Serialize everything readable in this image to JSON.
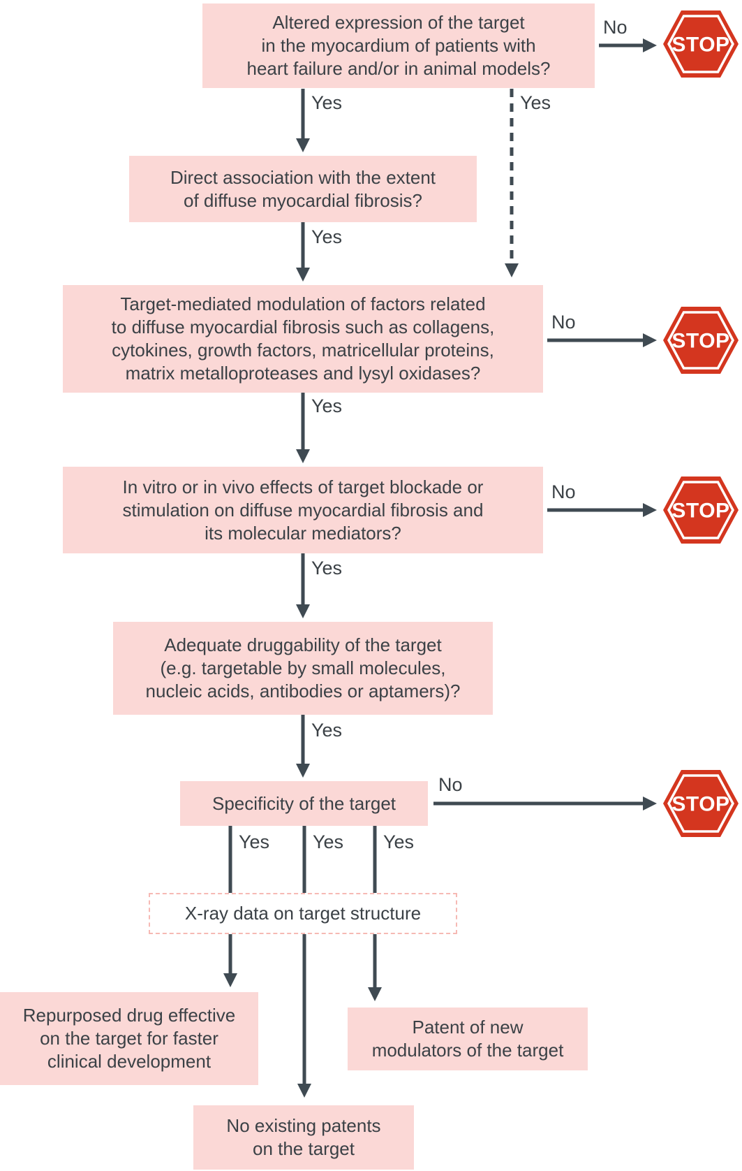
{
  "figure": {
    "type": "decision-flowchart",
    "labels": {
      "yes": "Yes",
      "no": "No",
      "stop": "STOP"
    },
    "nodes": {
      "altered_expression": "Altered expression of the target\nin the myocardium of patients with\nheart failure and/or in animal models?",
      "direct_association": "Direct association with the extent\nof diffuse myocardial fibrosis?",
      "target_mediated_modulation": "Target-mediated modulation of factors related\nto diffuse myocardial fibrosis such as collagens,\ncytokines, growth factors, matricellular proteins,\nmatrix metalloproteases and lysyl oxidases?",
      "in_vitro_in_vivo_effects": "In vitro or in vivo effects of target blockade or\nstimulation on diffuse myocardial fibrosis and\nits molecular mediators?",
      "adequate_druggability": "Adequate druggability of the target\n(e.g. targetable by small molecules,\nnucleic acids, antibodies or aptamers)?",
      "specificity": "Specificity of the target",
      "xray_data": "X-ray data on target structure",
      "repurposed_drug": "Repurposed drug effective\non the target for faster\nclinical development",
      "patent_new_modulators": "Patent of new\nmodulators of the target",
      "no_existing_patents": "No existing patents\non the target"
    },
    "colors": {
      "node_fill": "#fbd8d6",
      "dashed_node_border": "#f6b9b4",
      "text": "#3b4146",
      "connector": "#3f4a52",
      "stop_sign_red": "#d4361f",
      "stop_text": "#ffffff"
    }
  }
}
